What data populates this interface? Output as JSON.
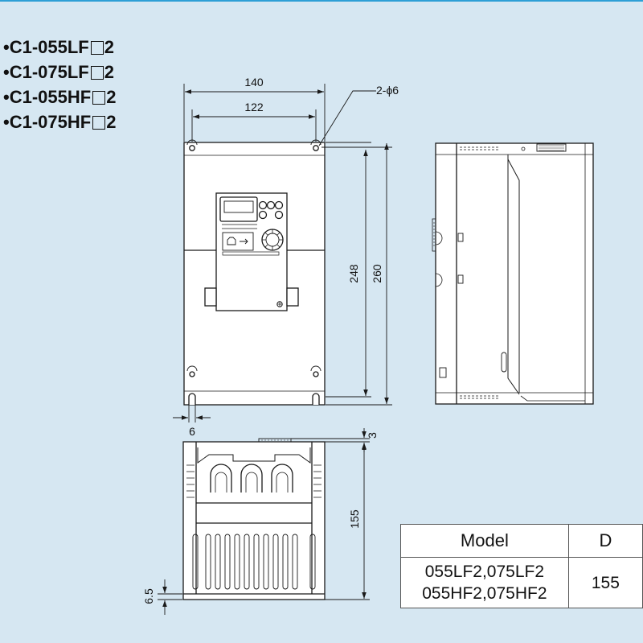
{
  "models": [
    {
      "prefix": "•C1-055LF",
      "suffix": "2"
    },
    {
      "prefix": "•C1-075LF",
      "suffix": "2"
    },
    {
      "prefix": "•C1-055HF",
      "suffix": "2"
    },
    {
      "prefix": "•C1-075HF",
      "suffix": "2"
    }
  ],
  "dimensions": {
    "width_outer": "140",
    "width_holes": "122",
    "hole_spec": "2-ϕ6",
    "height_holes": "248",
    "height_outer": "260",
    "slot_width": "6",
    "top_offset": "3",
    "depth": "155",
    "foot_height": "6.5"
  },
  "table": {
    "headers": [
      "Model",
      "D"
    ],
    "rows": [
      {
        "models": [
          "055LF2,075LF2",
          "055HF2,075HF2"
        ],
        "d": "155"
      }
    ]
  },
  "colors": {
    "background": "#d6e7f2",
    "line": "#1a1a1a",
    "accent": "#2e9fd6"
  }
}
